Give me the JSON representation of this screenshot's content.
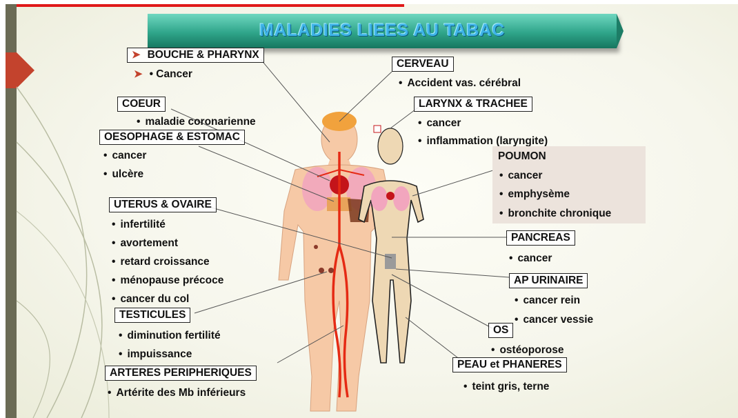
{
  "title": "MALADIES LIEES AU TABAC",
  "labels": {
    "bouche": "BOUCHE & PHARYNX",
    "cerveau": "CERVEAU",
    "coeur": "COEUR",
    "larynx": "LARYNX & TRACHEE",
    "oesophage": "OESOPHAGE & ESTOMAC",
    "poumon": "POUMON",
    "uterus": "UTERUS & OVAIRE",
    "pancreas": "PANCREAS",
    "ap_urinaire": "AP URINAIRE",
    "testicules": "TESTICULES",
    "os": "OS",
    "arteres": "ARTERES PERIPHERIQUES",
    "peau": "PEAU et PHANERES"
  },
  "items": {
    "bouche": [
      "• Cancer"
    ],
    "cerveau": [
      "Accident vas. cérébral"
    ],
    "coeur": [
      "maladie coronarienne"
    ],
    "larynx": [
      "cancer",
      "inflammation (laryngite)"
    ],
    "oesophage": [
      "cancer",
      "ulcère"
    ],
    "poumon": [
      "cancer",
      "emphysème",
      "bronchite chronique"
    ],
    "uterus": [
      "infertilité",
      "avortement",
      "retard croissance",
      "ménopause précoce",
      "cancer du col"
    ],
    "pancreas": [
      "cancer"
    ],
    "ap_urinaire": [
      "cancer rein",
      "cancer vessie"
    ],
    "testicules": [
      "diminution fertilité",
      "impuissance"
    ],
    "os": [
      "ostéoporose"
    ],
    "arteres": [
      "Artérite des Mb inférieurs"
    ],
    "peau": [
      "teint gris, terne"
    ]
  },
  "colors": {
    "title_banner": "#2fa58a",
    "title_text": "#3fb5e8",
    "accent_red": "#c3432d",
    "skin_male": "#f6c9a6",
    "skin_female": "#eed8b4",
    "lungs": "#f2a6be",
    "artery": "#e52a14"
  }
}
